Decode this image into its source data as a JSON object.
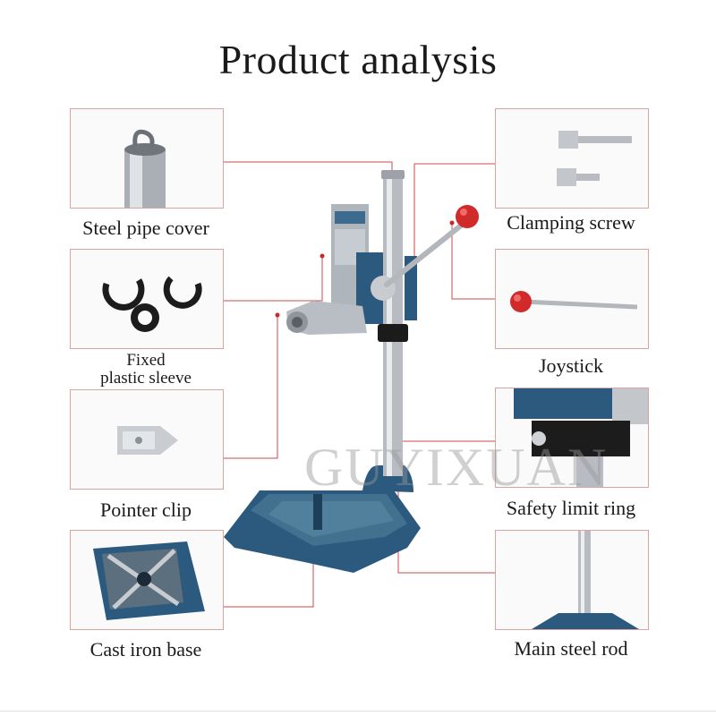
{
  "title": "Product analysis",
  "watermark": "GUYIXUAN",
  "accent_color": "#c7282a",
  "parts": {
    "steel_pipe_cover": "Steel pipe cover",
    "fixed_plastic_sleeve_line1": "Fixed",
    "fixed_plastic_sleeve_line2": "plastic sleeve",
    "pointer_clip": "Pointer clip",
    "cast_iron_base": "Cast iron base",
    "clamping_screw": "Clamping screw",
    "joystick": "Joystick",
    "safety_limit_ring": "Safety limit ring",
    "main_steel_rod": "Main steel rod"
  }
}
